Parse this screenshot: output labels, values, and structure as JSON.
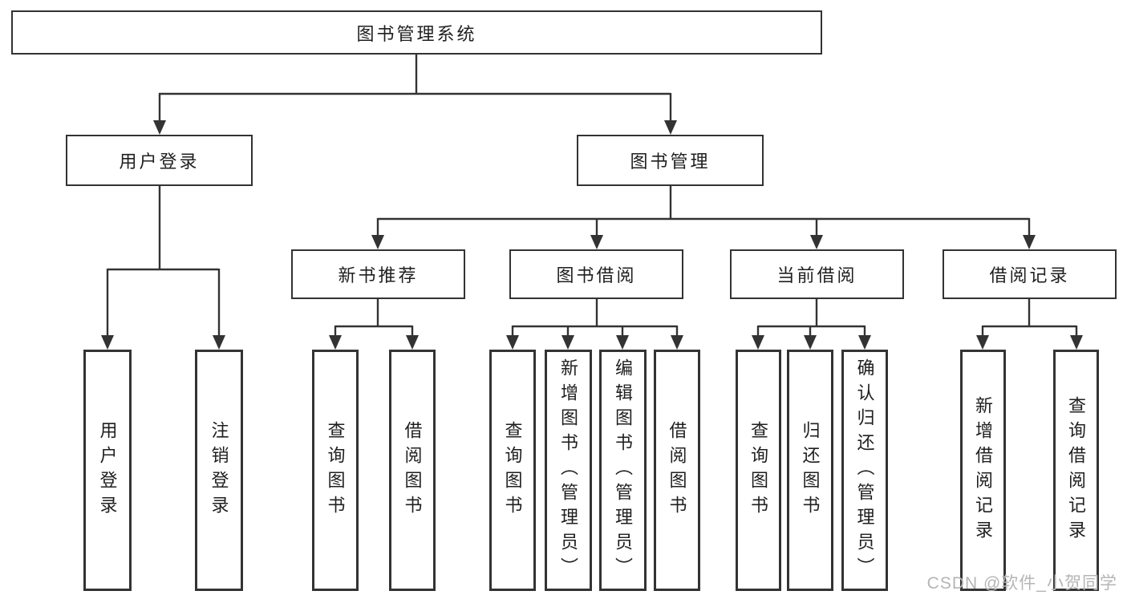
{
  "colors": {
    "bg": "#ffffff",
    "line": "#333333",
    "border": "#333333",
    "text": "#1f1f1f",
    "watermark": "#b5b5b5"
  },
  "diagram": {
    "root": {
      "label": "图书管理系统"
    },
    "level1": [
      {
        "id": "user-login",
        "label": "用户登录"
      },
      {
        "id": "book-management",
        "label": "图书管理"
      }
    ],
    "level2": [
      {
        "id": "new-book-recommend",
        "label": "新书推荐"
      },
      {
        "id": "book-borrow",
        "label": "图书借阅"
      },
      {
        "id": "current-borrow",
        "label": "当前借阅"
      },
      {
        "id": "borrow-records",
        "label": "借阅记录"
      }
    ],
    "leaves": [
      {
        "id": "user-login-leaf",
        "label": "用户登录"
      },
      {
        "id": "logout",
        "label": "注销登录"
      },
      {
        "id": "query-books-1",
        "label": "查询图书"
      },
      {
        "id": "borrow-books-1",
        "label": "借阅图书"
      },
      {
        "id": "query-books-2",
        "label": "查询图书"
      },
      {
        "id": "add-books-admin",
        "label": "新增图书（管理员）"
      },
      {
        "id": "edit-books-admin",
        "label": "编辑图书（管理员）"
      },
      {
        "id": "borrow-books-2",
        "label": "借阅图书"
      },
      {
        "id": "query-books-3",
        "label": "查询图书"
      },
      {
        "id": "return-books",
        "label": "归还图书"
      },
      {
        "id": "confirm-return-admin",
        "label": "确认归还（管理员）"
      },
      {
        "id": "add-borrow-record",
        "label": "新增借阅记录"
      },
      {
        "id": "query-borrow-record",
        "label": "查询借阅记录"
      }
    ],
    "watermark": "CSDN @软件_小贺同学"
  }
}
